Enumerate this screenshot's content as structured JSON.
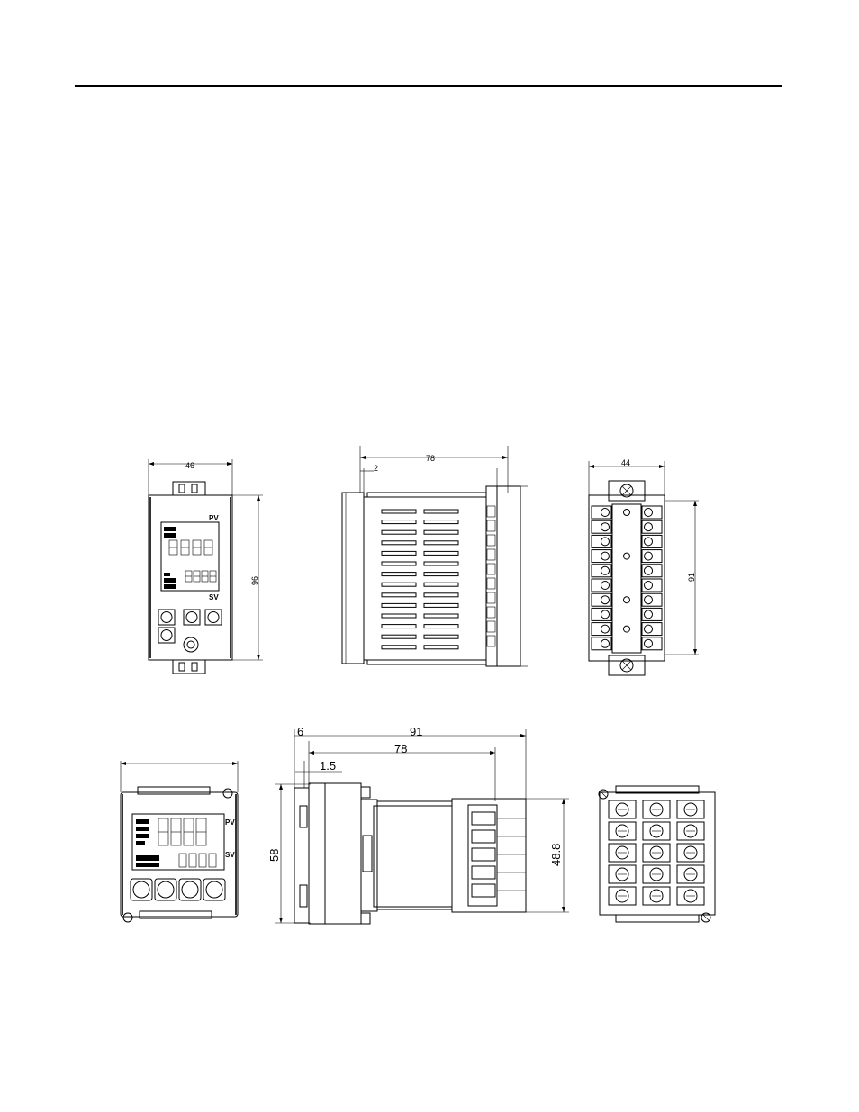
{
  "top_row": {
    "front_96": {
      "width": "46",
      "height": "96",
      "pv": "PV",
      "sv": "SV"
    },
    "side_96": {
      "length": "78",
      "offset": "2"
    },
    "rear_96": {
      "width": "44",
      "height": "91"
    }
  },
  "bottom_row": {
    "side_48": {
      "total": "91",
      "body": "78",
      "offset": "1.5",
      "panel": "6",
      "height": "58",
      "body_height": "48.8"
    },
    "front_48": {
      "pv": "PV",
      "sv": "SV"
    }
  }
}
